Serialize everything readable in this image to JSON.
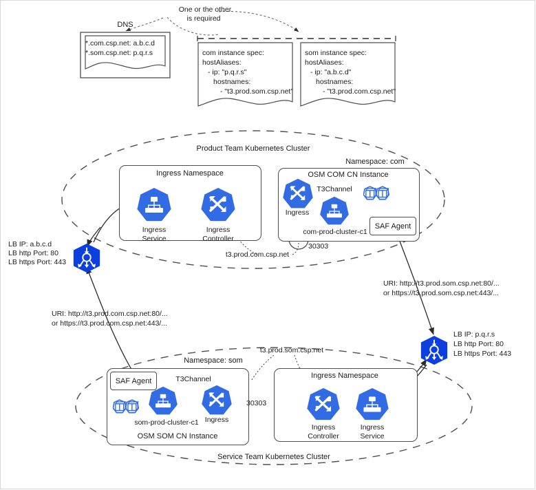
{
  "diagram": {
    "title": "OSM COM/SOM Kubernetes Cross-Cluster Ingress Topology",
    "colors": {
      "k8s_blue": "#326CE5",
      "line": "#4d4d4d",
      "text": "#1a1a1a",
      "background": "#ffffff"
    }
  },
  "top": {
    "note": "One or the other\nis required",
    "note_line1": "One or the other",
    "note_line2": "is required",
    "dns": {
      "title": "DNS",
      "records": [
        "*.com.csp.net: a.b.c.d",
        "*.som.csp.net: p.q.r.s"
      ],
      "record1": "*.com.csp.net: a.b.c.d",
      "record2": "*.som.csp.net: p.q.r.s"
    },
    "com_spec": {
      "line1": "com instance spec:",
      "line2": "hostAliases:",
      "line3": "- ip: \"p.q.r.s\"",
      "line4": "hostnames:",
      "line5": "- \"t3.prod.som.csp.net\""
    },
    "som_spec": {
      "line1": "som instance spec:",
      "line2": "hostAliases:",
      "line3": "- ip: \"a.b.c.d\"",
      "line4": "hostnames:",
      "line5": "- \"t3.prod.com.csp.net\""
    }
  },
  "product_cluster": {
    "label": "Product Team Kubernetes Cluster",
    "ingress_namespace": {
      "title": "Ingress Namespace",
      "service_label_line1": "Ingress",
      "service_label_line2": "Service",
      "controller_label_line1": "Ingress",
      "controller_label_line2": "Controller"
    },
    "namespace_label": "Namespace: com",
    "instance": {
      "title": "OSM COM CN Instance",
      "ingress_label": "Ingress",
      "t3channel_label": "T3Channel",
      "cluster_label": "com-prod-cluster-c1",
      "saf_agent": "SAF Agent",
      "node_port": "30303"
    },
    "hostname_label": "t3.prod.com.csp.net"
  },
  "service_cluster": {
    "label": "Service Team Kubernetes Cluster",
    "namespace_label": "Namespace: som",
    "instance": {
      "title": "OSM SOM CN Instance",
      "ingress_label": "Ingress",
      "t3channel_label": "T3Channel",
      "cluster_label": "som-prod-cluster-c1",
      "saf_agent": "SAF Agent",
      "node_port": "30303"
    },
    "hostname_label": "t3.prod.som.csp.net",
    "ingress_namespace": {
      "title": "Ingress Namespace",
      "controller_label_line1": "Ingress",
      "controller_label_line2": "Controller",
      "service_label_line1": "Ingress",
      "service_label_line2": "Service"
    }
  },
  "lb_left": {
    "ip": "LB IP: a.b.c.d",
    "http": "LB http Port: 80",
    "https": "LB https Port: 443",
    "uri_line1": "URI: http://t3.prod.com.csp.net:80/...",
    "uri_line2": "or https://t3.prod.com.csp.net:443/..."
  },
  "lb_right": {
    "ip": "LB IP: p.q.r.s",
    "http": "LB http Port: 80",
    "https": "LB https Port: 443",
    "uri_line1": "URI: http://t3.prod.som.csp.net:80/...",
    "uri_line2": "or https://t3.prod.som.csp.net:443/..."
  },
  "icons": {
    "ingress_service": "k8s-service-icon",
    "ingress_controller": "k8s-ingress-controller-icon",
    "pods": "k8s-pods-icon",
    "load_balancer": "k8s-load-balancer-icon"
  }
}
